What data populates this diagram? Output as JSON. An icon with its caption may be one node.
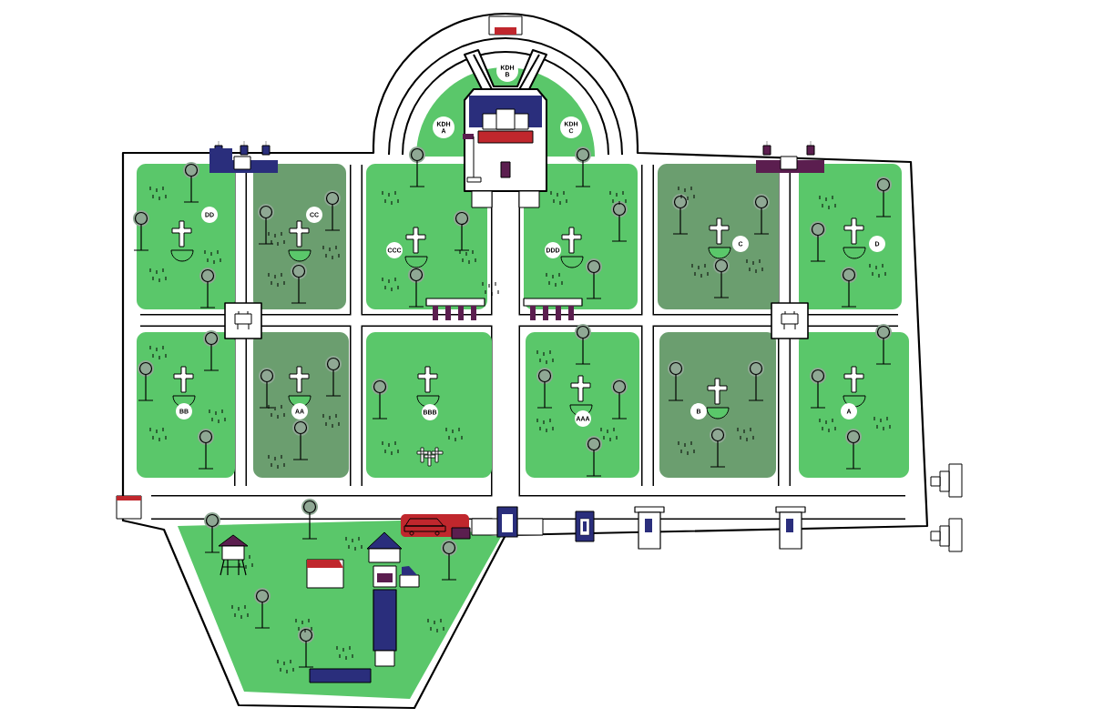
{
  "diagram": {
    "nodes": [
      {
        "text": [
          "KDH B"
        ]
      },
      {
        "text": [
          "KDH A"
        ]
      },
      {
        "text": [
          "KDH C"
        ]
      },
      {
        "text": [
          "DD"
        ]
      },
      {
        "text": [
          "CC"
        ]
      },
      {
        "text": [
          "CCC"
        ]
      },
      {
        "text": [
          "DDD"
        ]
      },
      {
        "text": [
          "C"
        ]
      },
      {
        "text": [
          "D"
        ]
      },
      {
        "text": [
          "BB"
        ]
      },
      {
        "text": [
          "AA"
        ]
      },
      {
        "text": [
          "BBB"
        ]
      },
      {
        "text": [
          "AAA"
        ]
      },
      {
        "text": [
          "B"
        ]
      },
      {
        "text": [
          "A"
        ]
      }
    ]
  }
}
